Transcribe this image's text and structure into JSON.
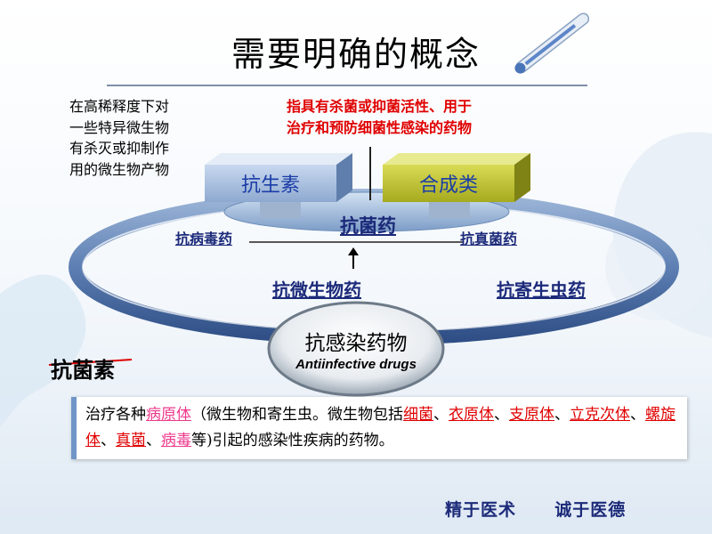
{
  "title": "需要明确的概念",
  "note_left": [
    "在高稀释度下对",
    "一些特异微生物",
    "有杀灭或抑制作",
    "用的微生物产物"
  ],
  "note_right": [
    "指具有杀菌或抑菌活性、用于",
    "治疗和预防细菌性感染的药物"
  ],
  "boxes": {
    "antibiotic": "抗生素",
    "synthetic": "合成类"
  },
  "labels": {
    "antibacterial": "抗菌药",
    "antiviral": "抗病毒药",
    "antifungal": "抗真菌药",
    "antimicrobial": "抗微生物药",
    "antiparasitic": "抗寄生虫药"
  },
  "center": {
    "title": "抗感染药物",
    "subtitle": "Antiinfective drugs"
  },
  "struck_word": "抗菌素",
  "definition": {
    "t1": "治疗各种",
    "pathogen": "病原体",
    "t2": "（微生物和寄生虫。微生物包括",
    "bacteria": "细菌",
    "sep1": "、",
    "chlamydia": "衣原体",
    "sep2": "、",
    "mycoplasma": "支原体",
    "sep3": "、",
    "rickettsia": "立克次体",
    "sep4": "、",
    "spirochete": "螺旋体",
    "sep5": "、",
    "fungi": "真菌",
    "sep6": "、",
    "virus": "病毒",
    "t3": "等)引起的感染性疾病的药物。"
  },
  "motto": "精于医术  诚于医德",
  "colors": {
    "accent_red": "#e00000",
    "label_navy": "#1c2a7a",
    "box_blue_text": "#1a3da6",
    "highlight_pink": "#ee3a8c"
  }
}
